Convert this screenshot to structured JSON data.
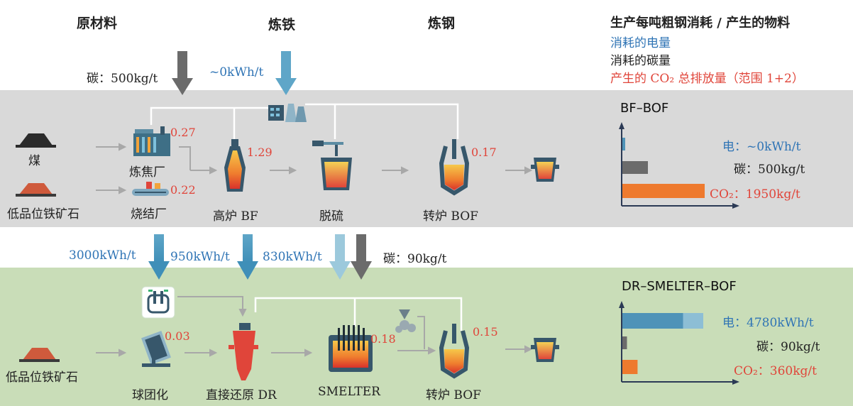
{
  "headers": {
    "raw_materials": "原材料",
    "ironmaking": "炼铁",
    "steelmaking": "炼钢"
  },
  "legend": {
    "title": "生产每吨粗钢消耗 / 产生的物料",
    "electricity": "消耗的电量",
    "carbon": "消耗的碳量",
    "co2": "产生的 CO₂ 总排放量（范围 1+2）",
    "colors": {
      "electricity": "#2f74b5",
      "carbon": "#222222",
      "co2": "#e0453a"
    }
  },
  "top_inputs": {
    "carbon": "碳：500kg/t",
    "electricity": "~0kWh/t"
  },
  "bf_route": {
    "title": "BF–BOF",
    "raw": {
      "coal": "煤",
      "ore": "低品位铁矿石"
    },
    "units": {
      "coke_oven": "炼焦厂",
      "sinter": "烧结厂",
      "blast_furnace": "高炉 BF",
      "desulfurization": "脱硫",
      "bof": "转炉 BOF"
    },
    "values": {
      "coke_oven": "0.27",
      "sinter": "0.22",
      "blast_furnace": "1.29",
      "bof": "0.17"
    },
    "bars": {
      "electricity": "电：~0kWh/t",
      "carbon": "碳：500kg/t",
      "co2": "CO₂：1950kg/t"
    }
  },
  "middle_inputs": {
    "e1": "3000kWh/t",
    "e2": "950kWh/t",
    "e3": "830kWh/t",
    "carbon": "碳：90kg/t"
  },
  "dr_route": {
    "title": "DR–SMELTER–BOF",
    "raw": {
      "ore": "低品位铁矿石"
    },
    "units": {
      "pelletizing": "球团化",
      "direct_reduction": "直接还原 DR",
      "smelter": "SMELTER",
      "bof": "转炉 BOF"
    },
    "values": {
      "pelletizing": "0.03",
      "smelter": "0.18",
      "bof": "0.15"
    },
    "bars": {
      "electricity": "电：4780kWh/t",
      "carbon": "碳：90kg/t",
      "co2": "CO₂：360kg/t"
    }
  },
  "bar_values": {
    "bf": {
      "electricity_kwh": 0,
      "carbon_kg": 500,
      "co2_kg": 1950
    },
    "dr": {
      "electricity_kwh": 4780,
      "carbon_kg": 90,
      "co2_kg": 360
    }
  }
}
